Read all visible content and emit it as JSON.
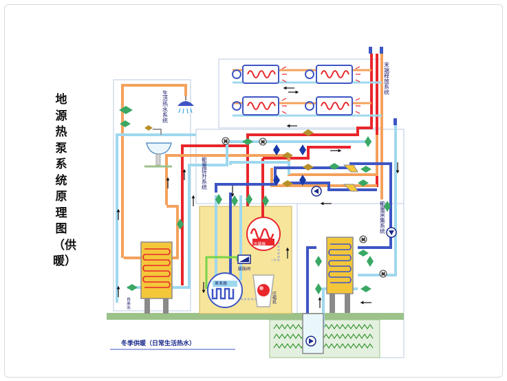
{
  "title": "地源热泵系统原理图（供暖）",
  "labels": {
    "domestic_hot_water": "生活热水系统",
    "terminal_release": "末端释放系统",
    "energy_lift": "能量提升系统",
    "energy_collect": "能量采集系统",
    "tap_water": "自来水",
    "condenser": "冷凝器",
    "expansion_valve": "膨胀阀",
    "evaporator": "蒸发器",
    "compressor": "压缩机",
    "caption": "冬季供暖（日常生活热水）"
  },
  "colors": {
    "hot_pipe": "#e8262b",
    "warm_pipe": "#f4a15c",
    "cool_pipe": "#9fd8ee",
    "cold_pipe": "#3d55c4",
    "unit_box": "#f6e59a",
    "valve": "#3aa864",
    "heat_exchanger": "#f4c63a",
    "ground": "#9cc28a"
  },
  "icons": [
    "shower-icon",
    "sink-icon",
    "fan-coil-icon",
    "pump-icon",
    "motor-valve-icon",
    "valve-icon",
    "arrow-icon"
  ]
}
